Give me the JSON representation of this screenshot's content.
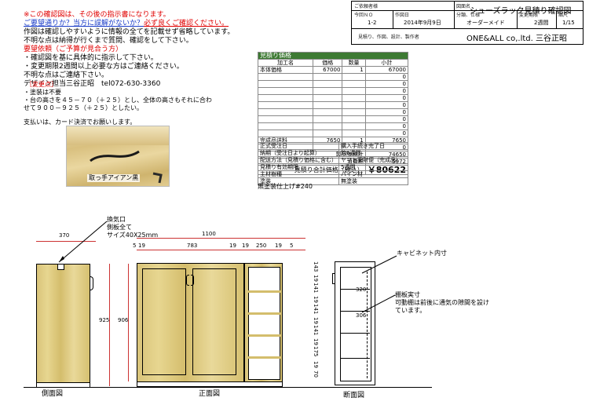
{
  "notice": {
    "line1": "※この確認図は、その後の指示書になります。",
    "line2a": "ご要望通りか？当方に誤解がないか？",
    "line2b": "必ず良くご確認ください。",
    "line3": "作図は確認しやすいように情報の全てを記載せず省略しています。",
    "line4": "不明な点は納得が行くまで質問、確認をして下さい。",
    "line5": "要望依頼（ご予算が見合う方）",
    "line6": "・確認図を基に具体的に指示して下さい。",
    "line7": "・変更期限2週間以上必要な方はご連絡ください。",
    "line8": "不明な点はご連絡下さい。",
    "line9": "デザイン担当三谷正昭　tel072-630-3360"
  },
  "changes": {
    "title": "［変更点］",
    "line1": "・塗装は不要",
    "line2": "・台の高さを４５－７０（＋２５）とし、全体の高さもそれに合わ",
    "line3": "せて９００－９２５（＋２５）としたい。",
    "payment": "支払いは、カード決済でお願いします。"
  },
  "photo": {
    "caption": "取っ手アイアン黒"
  },
  "title_block": {
    "customer_label": "ご依頼者様",
    "drawing_label": "図面名",
    "drawing_name": "シューズラック見積り確認図",
    "this_no_label": "今回ＮＯ",
    "this_no": "1-2",
    "date_label": "作図日",
    "date": "2014年9月9日",
    "type_label": "分類、仕様",
    "type": "オーダーメイド",
    "change_label": "変更期限",
    "change": "2週間",
    "scale_label": "縮尺",
    "scale": "1/15",
    "maker_label": "見積り、作図、設計、製作者",
    "maker": "ONE&ALL co,.ltd.  三谷正昭"
  },
  "estimate": {
    "title": "見積り価格",
    "headers": [
      "加工名",
      "価格",
      "数量",
      "小計"
    ],
    "rows": [
      [
        "本体価格",
        "67000",
        "1",
        "67000"
      ],
      [
        "",
        "",
        "",
        "0"
      ],
      [
        "",
        "",
        "",
        "0"
      ],
      [
        "",
        "",
        "",
        "0"
      ],
      [
        "",
        "",
        "",
        "0"
      ],
      [
        "",
        "",
        "",
        "0"
      ],
      [
        "",
        "",
        "",
        "0"
      ],
      [
        "",
        "",
        "",
        "0"
      ],
      [
        "",
        "",
        "",
        "0"
      ],
      [
        "",
        "",
        "",
        "0"
      ],
      [
        "完成品送料",
        "7650",
        "1",
        "7650"
      ],
      [
        "",
        "",
        "",
        "0"
      ]
    ],
    "subtotal_label": "製品価格計",
    "subtotal": "74650",
    "tax_label": "消費税",
    "tax": "5972",
    "total_label": "見積り合計価格（税込）",
    "total": "￥80622"
  },
  "spec": {
    "rows": [
      [
        "正式受注日",
        "購入手続き完了日"
      ],
      [
        "納期（受注日より起算）",
        "約6週間"
      ],
      [
        "配送方法（見積り価格に含む）",
        "ヤマト家財便（完成品）"
      ],
      [
        "見積り有効期限",
        "5週間"
      ],
      [
        "主材樹種",
        "パイン材"
      ],
      [
        "塗装",
        "無塗装"
      ]
    ],
    "finish_note": "無塗装仕上げ#240"
  },
  "drawing": {
    "vent_label1": "換気口",
    "vent_label2": "側板全て",
    "vent_label3": "サイズ40X25mm",
    "dim_side_width": "370",
    "dim_front_width": "1100",
    "dim_front_parts": [
      "5",
      "19",
      "783",
      "19",
      "19",
      "250",
      "19",
      "5"
    ],
    "dim_height_925": "925",
    "dim_height_906": "906",
    "cabinet_inner_label": "キャビネット内寸",
    "shelf_note1": "棚板実寸",
    "shelf_note2": "可動棚は前後に通気の隙間を設け",
    "shelf_note3": "ています。",
    "dim_320": "320",
    "dim_306": "306",
    "section_vertical": [
      "143",
      "19",
      "141",
      "19",
      "141",
      "19",
      "141",
      "19",
      "175",
      "19",
      "70"
    ],
    "side_view_label": "側面図",
    "front_view_label": "正面図",
    "section_view_label": "断面図"
  },
  "colors": {
    "estimate_header": "#3d7a33",
    "notice_red": "#e00000",
    "notice_blue": "#1a3cc8",
    "wood": "#dcc77c"
  }
}
